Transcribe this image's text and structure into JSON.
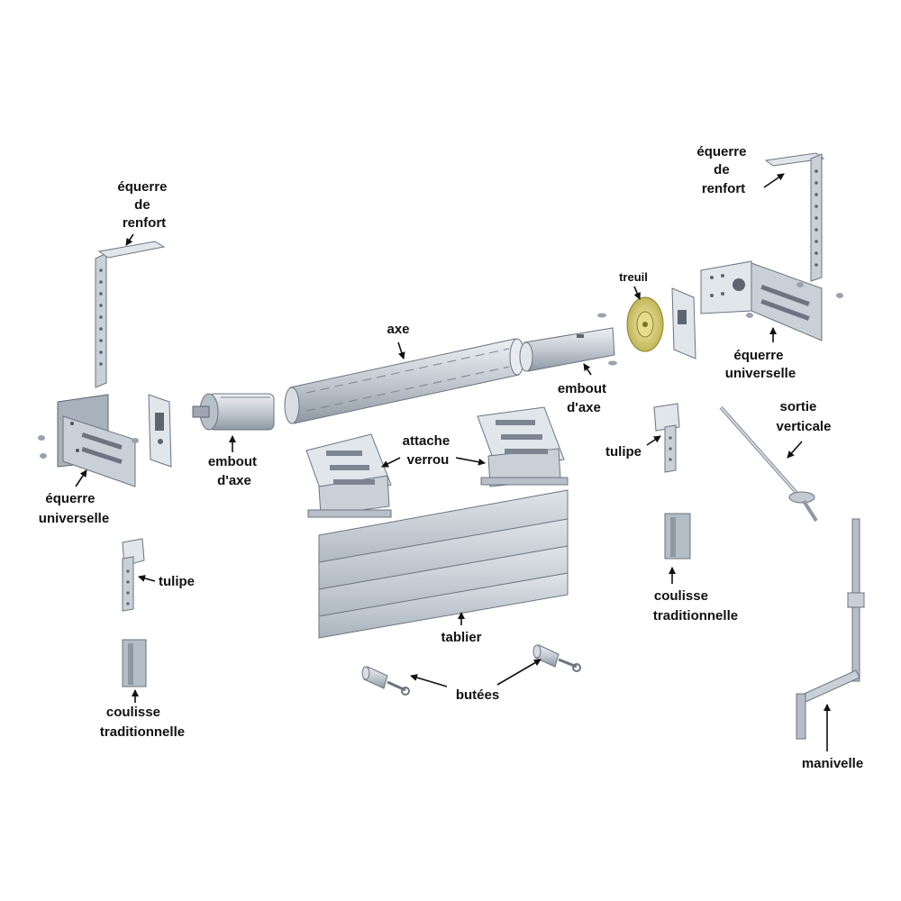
{
  "colors": {
    "background": "#ffffff",
    "metal": "#c9d0d8",
    "treuil": "#d9cf72",
    "text": "#111111"
  },
  "labels": {
    "equerre_renfort_left": [
      "équerre",
      "de",
      "renfort"
    ],
    "equerre_renfort_right": [
      "équerre",
      "de",
      "renfort"
    ],
    "treuil": "treuil",
    "axe": "axe",
    "embout_axe_left": [
      "embout",
      "d'axe"
    ],
    "embout_axe_right": [
      "embout",
      "d'axe"
    ],
    "equerre_universelle_left": [
      "équerre",
      "universelle"
    ],
    "equerre_universelle_right": [
      "équerre",
      "universelle"
    ],
    "attache_verrou": [
      "attache",
      "verrou"
    ],
    "tulipe_left": "tulipe",
    "tulipe_right": "tulipe",
    "sortie_verticale": [
      "sortie",
      "verticale"
    ],
    "coulisse_left": [
      "coulisse",
      "traditionnelle"
    ],
    "coulisse_right": [
      "coulisse",
      "traditionnelle"
    ],
    "tablier": "tablier",
    "butees": "butées",
    "manivelle": "manivelle"
  }
}
